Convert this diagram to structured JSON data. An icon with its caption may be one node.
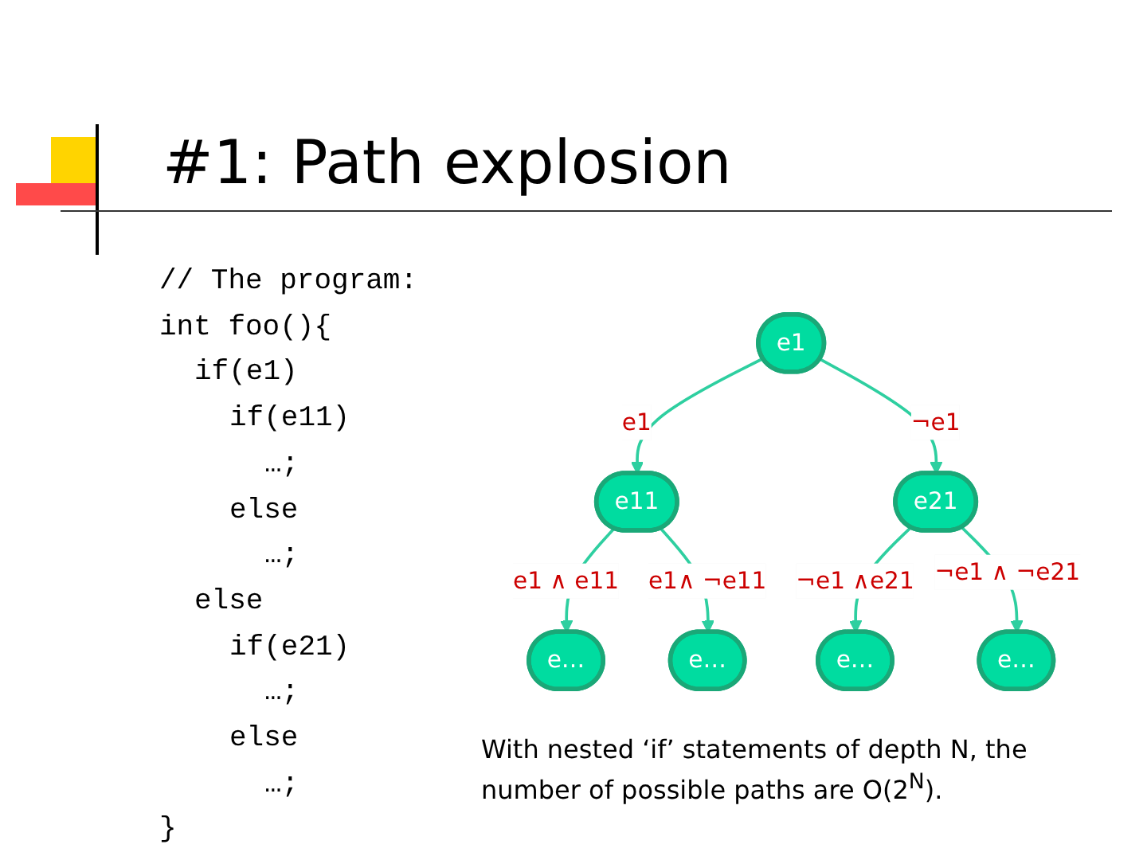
{
  "diagram": {
    "title": "#1: Path explosion",
    "nodes": [
      {
        "text": [
          "e1"
        ]
      },
      {
        "text": [
          "e11"
        ]
      },
      {
        "text": [
          "e21"
        ]
      },
      {
        "text": [
          "e…"
        ]
      },
      {
        "text": [
          "e…"
        ]
      },
      {
        "text": [
          "e…"
        ]
      },
      {
        "text": [
          "e…"
        ]
      }
    ],
    "edges": [
      {
        "from": 0,
        "to": 1,
        "arrow": "to",
        "label": "e1"
      },
      {
        "from": 0,
        "to": 2,
        "arrow": "to",
        "label": "¬e1"
      },
      {
        "from": 1,
        "to": 3,
        "arrow": "to",
        "label": "e1 ∧ e11"
      },
      {
        "from": 1,
        "to": 4,
        "arrow": "to",
        "label": "e1∧ ¬e11"
      },
      {
        "from": 2,
        "to": 5,
        "arrow": "to",
        "label": "¬e1 ∧e21"
      },
      {
        "from": 2,
        "to": 6,
        "arrow": "to",
        "label": "¬e1 ∧ ¬e21"
      }
    ],
    "labels": [
      "// The program:",
      "int foo(){",
      "if(e1)",
      "if(e11)",
      "…;",
      "else",
      "…;",
      "else",
      "if(e21)",
      "…;",
      "else",
      "…;",
      "}"
    ],
    "caption": "With nested ‘if’ statements of depth N, the number of possible paths are O(2$^{N}$)."
  }
}
